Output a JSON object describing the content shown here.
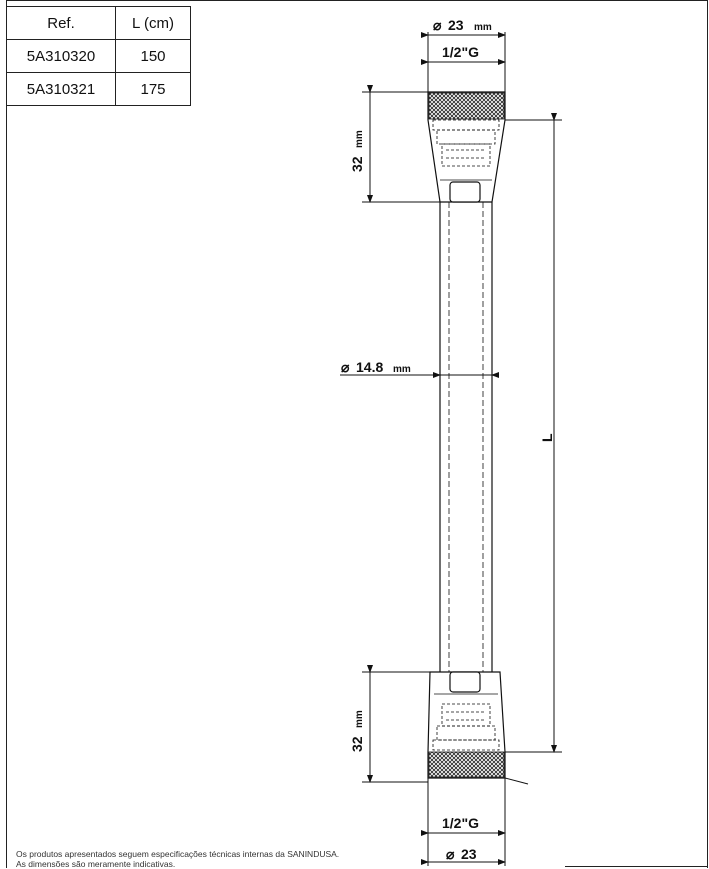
{
  "table": {
    "headers": [
      "Ref.",
      "L (cm)"
    ],
    "rows": [
      {
        "ref": "5A310320",
        "length": "150"
      },
      {
        "ref": "5A310321",
        "length": "175"
      }
    ]
  },
  "drawing": {
    "top_diameter": "23",
    "top_diameter_unit": "mm",
    "top_thread": "1/2\"G",
    "top_height_value": "32",
    "top_height_unit": "mm",
    "hose_diameter": "14.8",
    "hose_diameter_unit": "mm",
    "length_label": "L",
    "bottom_height_value": "32",
    "bottom_height_unit": "mm",
    "bottom_thread": "1/2\"G",
    "bottom_diameter": "23",
    "diameter_symbol": "⌀"
  },
  "footnote": {
    "line1": "Os produtos apresentados seguem especificações técnicas internas da SANINDUSA.",
    "line2": "As dimensões são meramente indicativas."
  }
}
